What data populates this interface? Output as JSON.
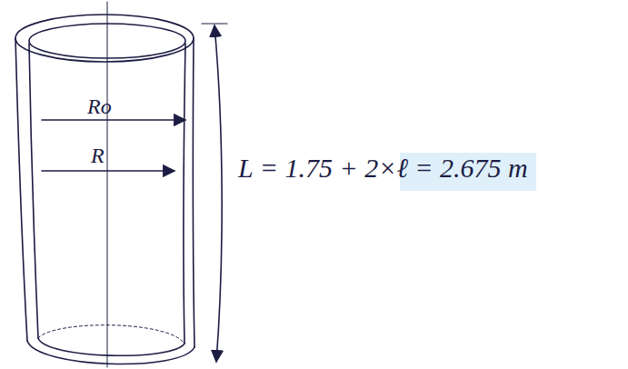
{
  "diagram": {
    "labels": [
      "Ro",
      "R",
      "L = 1.75 + 2×ℓ = 2.675 m"
    ]
  }
}
